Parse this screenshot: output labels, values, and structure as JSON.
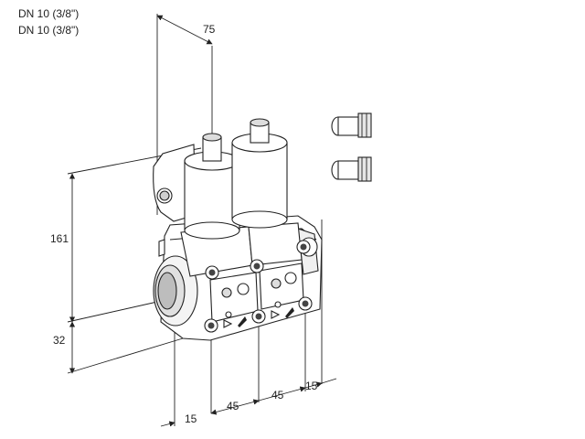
{
  "header": {
    "line1": "DN 10 (3/8\")",
    "line2": "DN 10 (3/8\")"
  },
  "dimensions": {
    "top_width": "75",
    "height": "161",
    "base_offset": "32",
    "left_offset": "15",
    "pitch_1": "45",
    "pitch_2": "45",
    "right_offset": "15"
  },
  "colors": {
    "line": "#222222",
    "body_fill": "#ffffff",
    "shade": "#d8d8d8"
  }
}
